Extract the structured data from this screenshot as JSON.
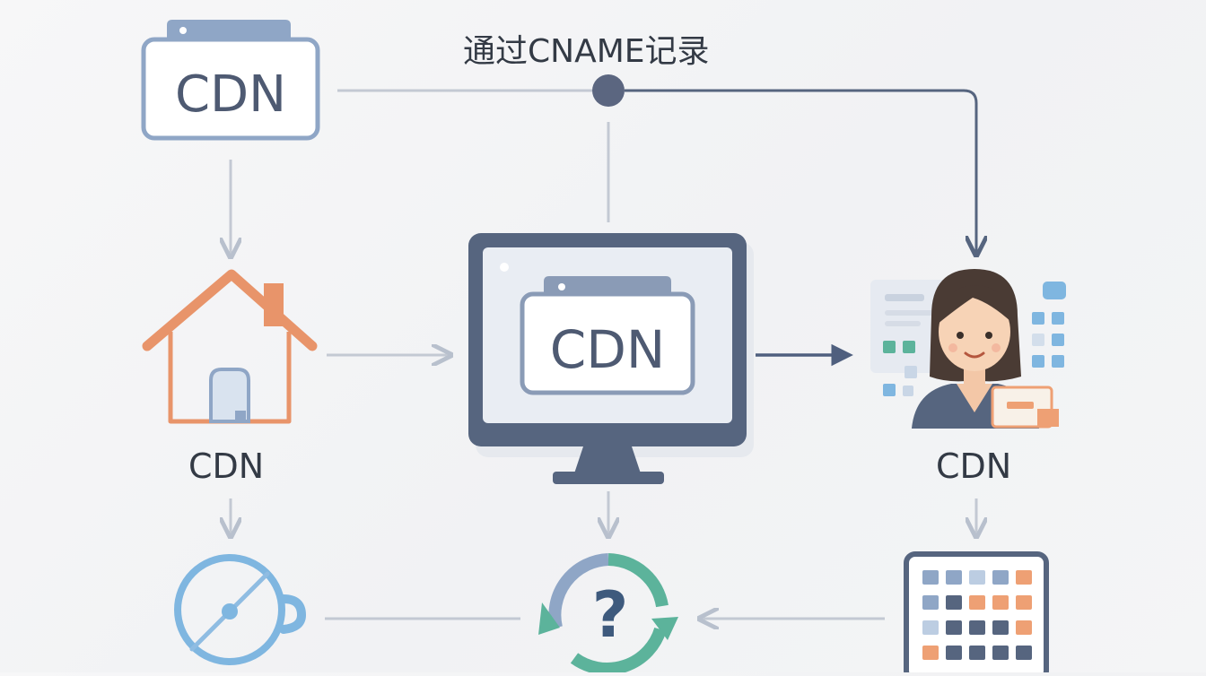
{
  "diagram": {
    "title": "通过CNAME记录",
    "nodes": {
      "cdn_top": {
        "label": "CDN"
      },
      "monitor": {
        "label": "CDN"
      },
      "home": {
        "label": "CDN"
      },
      "agent": {
        "label": "CDN"
      },
      "question_glyph": "?"
    },
    "icons": {
      "top": "browser-window-icon",
      "home": "house-icon",
      "monitor": "desktop-monitor-icon",
      "agent": "support-agent-icon",
      "clock": "clock-icon",
      "question": "question-cycle-icon",
      "calendar": "calendar-grid-icon"
    },
    "colors": {
      "slate": "#4f5f7e",
      "slate_light": "#8fa6c6",
      "house": "#e8946a",
      "arrow": "#b8c0cd",
      "clock": "#7fb6e0",
      "teal": "#5cb39b",
      "orange": "#eea074"
    }
  }
}
